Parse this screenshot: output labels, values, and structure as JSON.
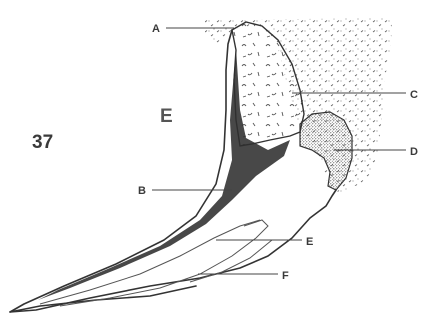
{
  "figure": {
    "number": "37",
    "region_label": "E",
    "labels": {
      "A": "A",
      "B": "B",
      "C": "C",
      "D": "D",
      "E": "E",
      "F": "F"
    }
  }
}
